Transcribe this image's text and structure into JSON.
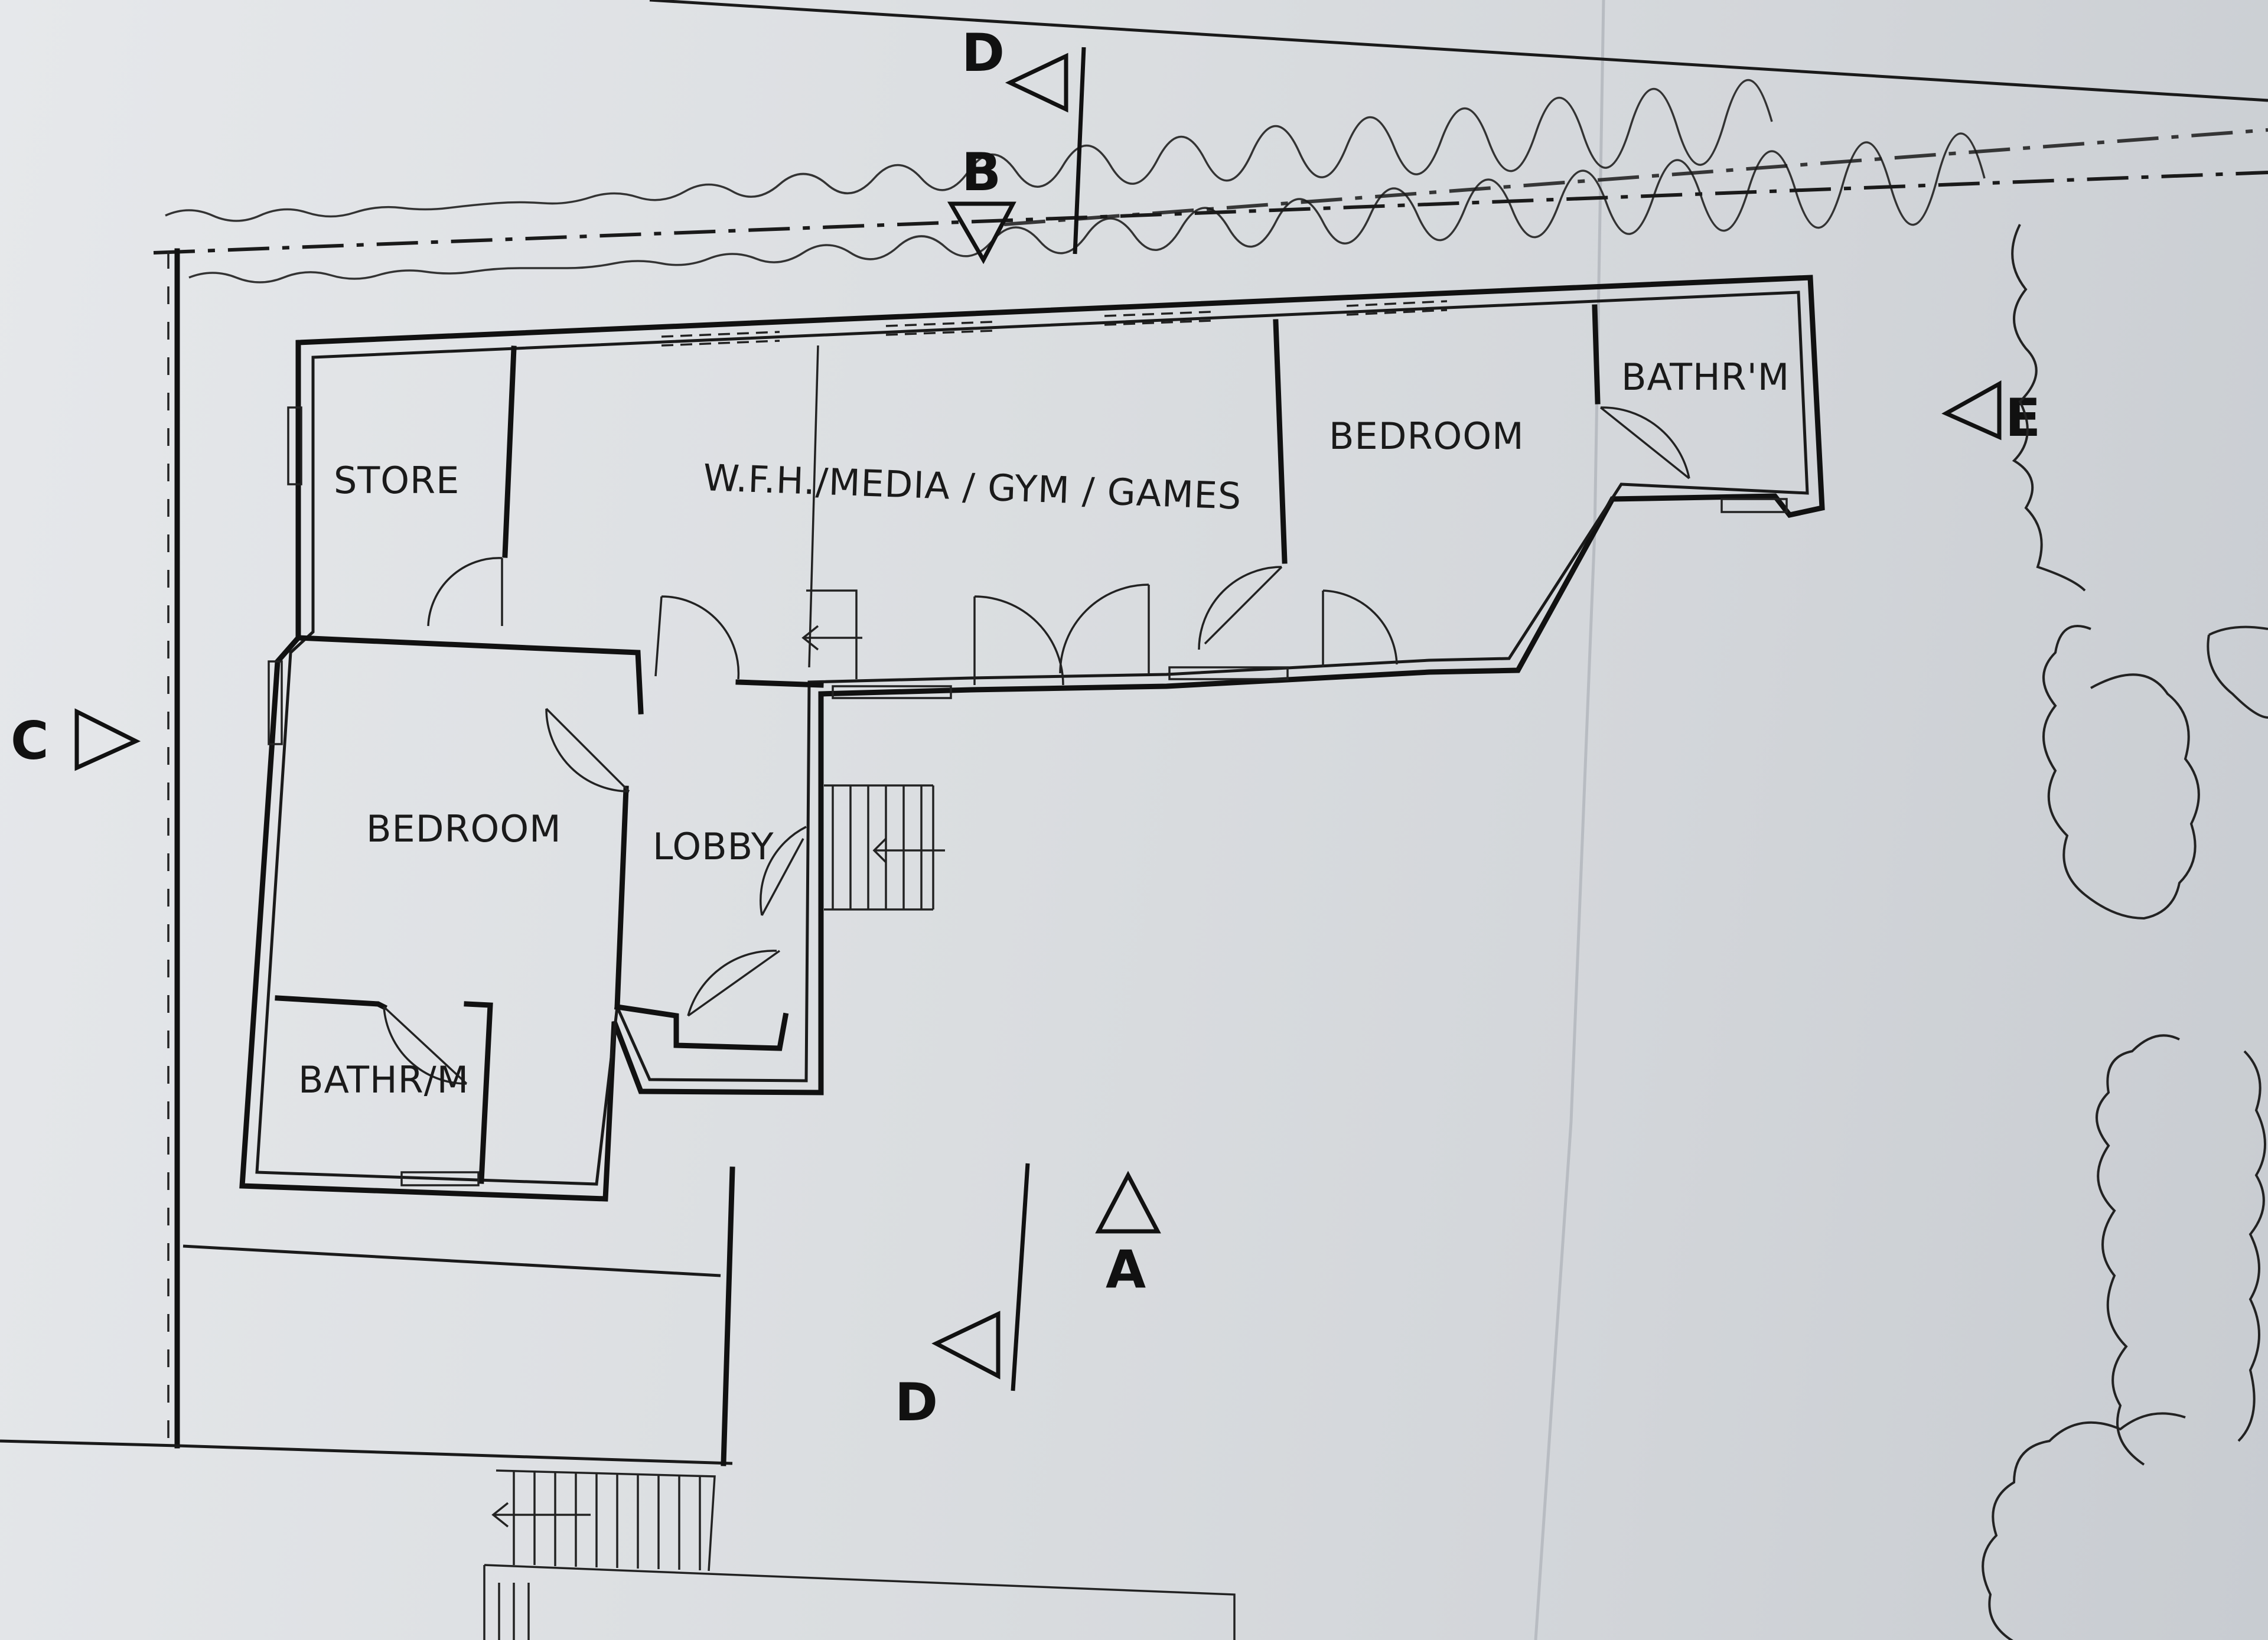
{
  "room_labels": {
    "store": "STORE",
    "wfh_media": "W.F.H./MEDIA / GYM / GAMES",
    "bedroom_right": "BEDROOM",
    "bathroom_right": "BATHR'M",
    "bedroom_left": "BEDROOM",
    "lobby": "LOBBY",
    "bathroom_left": "BATHR/M"
  },
  "section_markers": {
    "d_top": "D",
    "b": "B",
    "e": "E",
    "c": "C",
    "a": "A",
    "d_bottom": "D"
  }
}
